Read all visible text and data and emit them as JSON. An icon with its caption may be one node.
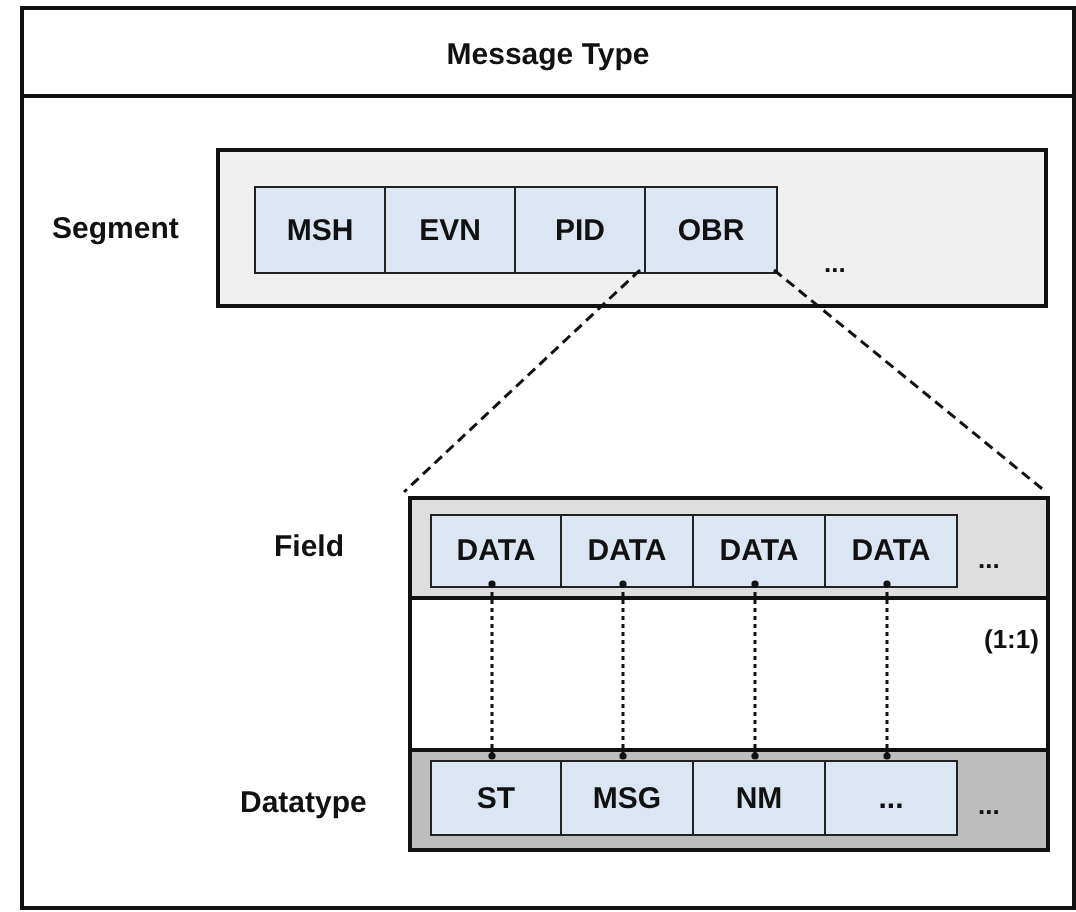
{
  "diagram": {
    "nodes": [
      {
        "text": [
          "Message Type"
        ]
      },
      {
        "text": [
          "Segment",
          "..."
        ],
        "in": 0
      },
      {
        "text": [
          "MSH"
        ],
        "in": 1
      },
      {
        "text": [
          "EVN"
        ],
        "in": 1
      },
      {
        "text": [
          "PID"
        ],
        "in": 1
      },
      {
        "text": [
          "OBR"
        ],
        "in": 1
      },
      {
        "text": [
          "Field",
          "..."
        ],
        "in": 0
      },
      {
        "text": [
          "DATA"
        ],
        "in": 6
      },
      {
        "text": [
          "DATA"
        ],
        "in": 6
      },
      {
        "text": [
          "DATA"
        ],
        "in": 6
      },
      {
        "text": [
          "DATA"
        ],
        "in": 6
      },
      {
        "text": [
          "Datatype",
          "..."
        ],
        "in": 0
      },
      {
        "text": [
          "ST"
        ],
        "in": 11
      },
      {
        "text": [
          "MSG"
        ],
        "in": 11
      },
      {
        "text": [
          "NM"
        ],
        "in": 11
      },
      {
        "text": [
          "..."
        ],
        "in": 11
      }
    ],
    "edges": [
      {
        "from": 5,
        "to": 6,
        "arrow": "none",
        "style": "dashed"
      },
      {
        "from": 5,
        "to": 6,
        "arrow": "none",
        "style": "dashed"
      },
      {
        "from": 7,
        "to": 12,
        "arrow": "other",
        "style": "dashed"
      },
      {
        "from": 8,
        "to": 13,
        "arrow": "other",
        "style": "dashed"
      },
      {
        "from": 9,
        "to": 14,
        "arrow": "other",
        "style": "dashed"
      },
      {
        "from": 10,
        "to": 15,
        "arrow": "other",
        "style": "dashed"
      }
    ],
    "labels": [
      "(1:1)"
    ]
  }
}
